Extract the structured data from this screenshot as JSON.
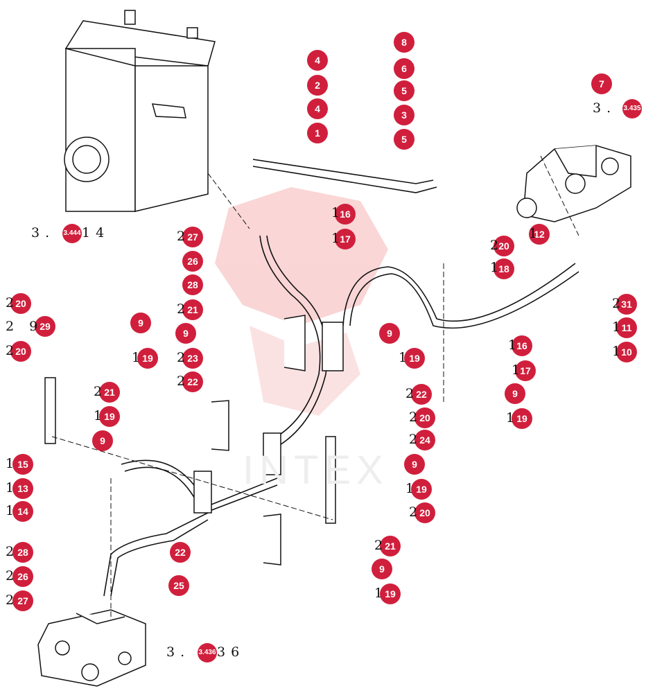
{
  "watermark": {
    "text": "INTEX",
    "color": "#f2c6c6"
  },
  "colors": {
    "callout": "#d01f3c",
    "line": "#111111"
  },
  "references": [
    {
      "id": "ref-3-444",
      "prefix": "3 .",
      "badge": "3.444",
      "suffix": "1 4"
    },
    {
      "id": "ref-3-435",
      "prefix": "3 .",
      "badge": "3.435",
      "suffix": ""
    },
    {
      "id": "ref-3-436",
      "prefix": "3 .",
      "badge": "3.436",
      "suffix": "3 6"
    }
  ],
  "callouts": [
    "4",
    "2",
    "4",
    "1",
    "8",
    "6",
    "5",
    "3",
    "5",
    "7",
    "12",
    "27",
    "26",
    "28",
    "16",
    "17",
    "20",
    "18",
    "31",
    "11",
    "10",
    "21",
    "9",
    "16",
    "17",
    "9",
    "19",
    "23",
    "22",
    "22",
    "20",
    "9",
    "19",
    "20",
    "29",
    "20",
    "9",
    "19",
    "21",
    "19",
    "9",
    "15",
    "13",
    "14",
    "28",
    "26",
    "27",
    "22",
    "25",
    "24",
    "9",
    "19",
    "20",
    "21",
    "9",
    "19"
  ],
  "fragments": [
    "2",
    "1",
    "1",
    "1",
    "2",
    "2",
    "2",
    "2",
    "2",
    "2",
    "2",
    "2",
    "2",
    "2",
    "1",
    "1",
    "1",
    "1",
    "2",
    "2",
    "2",
    "2",
    "2",
    "1",
    "1",
    "1",
    "1",
    "1",
    "1",
    "1",
    "1",
    "1",
    "1",
    "2"
  ]
}
